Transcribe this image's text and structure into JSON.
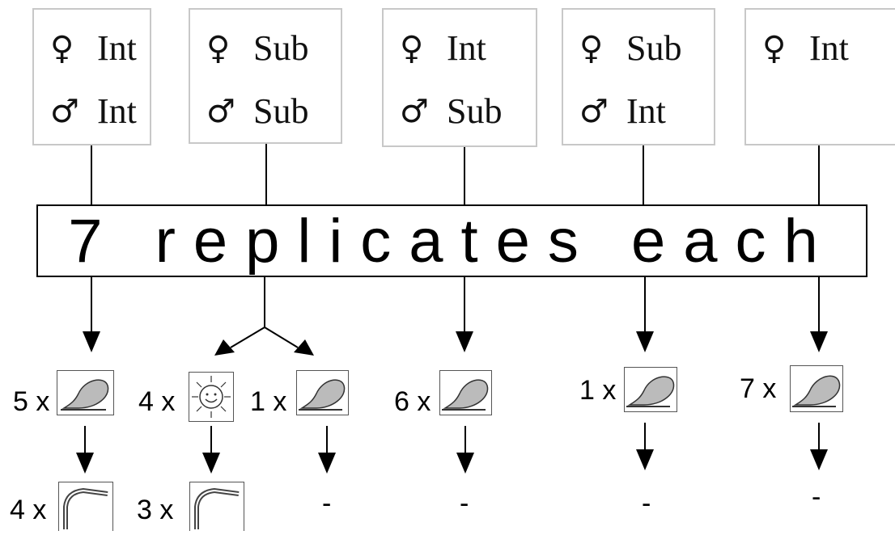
{
  "groups": [
    {
      "female": "Int",
      "male": "Int"
    },
    {
      "female": "Sub",
      "male": "Sub"
    },
    {
      "female": "Int",
      "male": "Sub"
    },
    {
      "female": "Sub",
      "male": "Int"
    },
    {
      "female": "Int",
      "male": ""
    }
  ],
  "symbols": {
    "female": "♀",
    "male": "♂"
  },
  "banner": "7 replicates each",
  "outcomes": [
    {
      "count": "5 x",
      "icon": "leaf-icon"
    },
    {
      "count": "4 x",
      "icon": "sun-icon"
    },
    {
      "count": "1 x",
      "icon": "leaf-icon"
    },
    {
      "count": "6 x",
      "icon": "leaf-icon"
    },
    {
      "count": "1 x",
      "icon": "leaf-icon"
    },
    {
      "count": "7 x",
      "icon": "leaf-icon"
    }
  ],
  "results": [
    {
      "count": "4 x",
      "icon": "curved-stem-icon"
    },
    {
      "count": "3 x",
      "icon": "curved-stem-icon"
    },
    {
      "count": "-"
    },
    {
      "count": "-"
    },
    {
      "count": "-"
    },
    {
      "count": "-"
    }
  ]
}
